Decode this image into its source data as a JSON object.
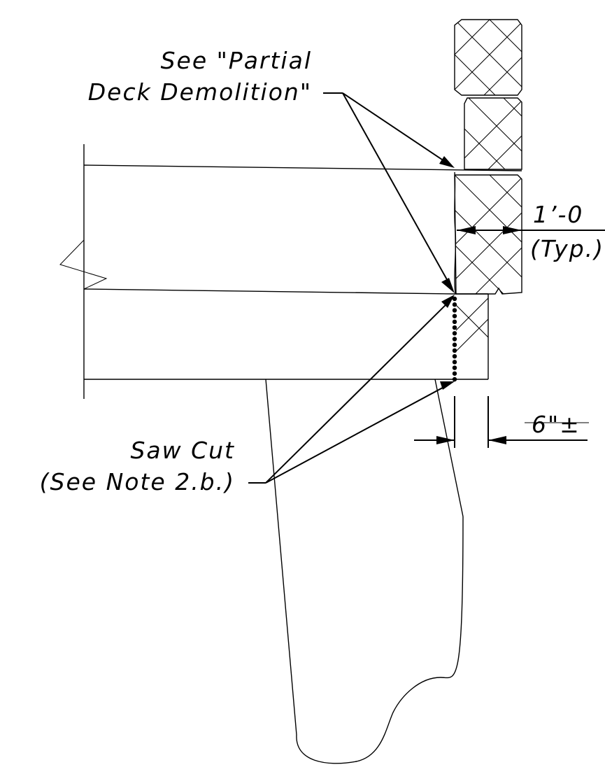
{
  "labels": {
    "partial_deck_line1": "See \"Partial",
    "partial_deck_line2": "Deck Demolition\"",
    "saw_cut_line1": "Saw Cut",
    "saw_cut_line2": "(See Note 2.b.)",
    "dim_one_foot": "1’-0",
    "dim_typ": "(Typ.)",
    "dim_six_inch": "6\"±"
  }
}
